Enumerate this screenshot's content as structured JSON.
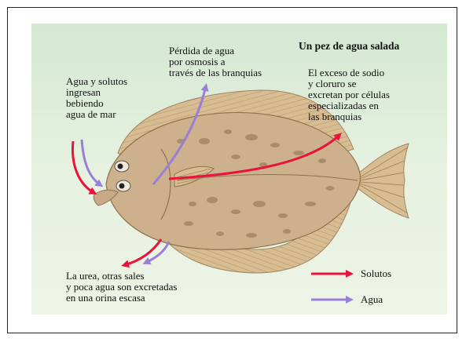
{
  "title": "Un pez de agua salada",
  "labels": {
    "intake": "Agua y solutos\ningresan\nbebiendo\nagua de mar",
    "osmosis": "Pérdida de agua\npor osmosis a\ntravés de las branquias",
    "excretion_gills": "El exceso de sodio\ny cloruro se\nexcretan por células\nespecializadas en\nlas branquias",
    "urine": "La urea, otras sales\ny poca agua son excretadas\nen una orina escasa"
  },
  "legend": [
    {
      "label": "Solutos",
      "color": "#e8143c"
    },
    {
      "label": "Agua",
      "color": "#9a7fd6"
    }
  ],
  "colors": {
    "solutes_arrow": "#e8143c",
    "water_arrow": "#9a7fd6",
    "fish_body": "#cdb08c",
    "fish_spots": "#9c8160",
    "fins": "#d9bd92",
    "fin_rays": "#a0855f"
  }
}
